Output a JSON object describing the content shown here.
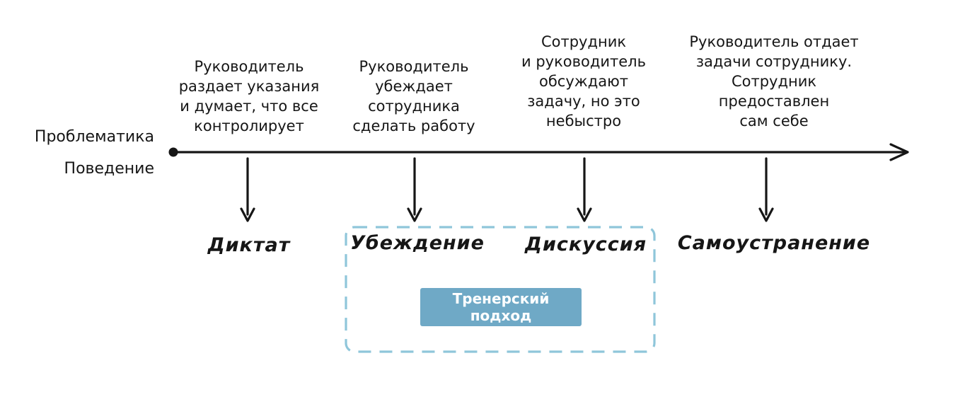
{
  "axis": {
    "label_top": "Проблематика",
    "label_bottom": "Поведение"
  },
  "stages": [
    {
      "problem": "Руководитель\nраздает указания\nи думает, что все\nконтролирует",
      "behavior": "Диктат"
    },
    {
      "problem": "Руководитель\nубеждает\nсотрудника\nсделать работу",
      "behavior": "Убеждение"
    },
    {
      "problem": "Сотрудник\nи руководитель\nобсуждают\nзадачу, но это\nнебыстро",
      "behavior": "Дискуссия"
    },
    {
      "problem": "Руководитель отдает\nзадачи сотруднику.\nСотрудник\nпредоставлен\nсам себе",
      "behavior": "Самоустранение"
    }
  ],
  "coaching": {
    "label": "Тренерский подход"
  },
  "colors": {
    "ink": "#161616",
    "dashed_border": "#8FC6DA",
    "coaching_fill": "#6FA9C6"
  }
}
